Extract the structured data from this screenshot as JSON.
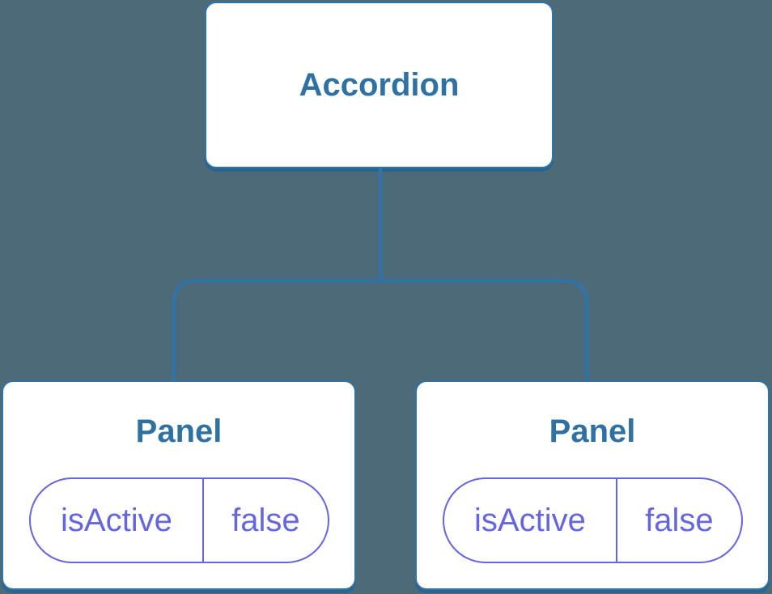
{
  "diagram": {
    "type": "component-tree",
    "root": {
      "label": "Accordion"
    },
    "children": [
      {
        "label": "Panel",
        "state": {
          "key": "isActive",
          "value": "false"
        }
      },
      {
        "label": "Panel",
        "state": {
          "key": "isActive",
          "value": "false"
        }
      }
    ],
    "colors": {
      "background": "#4d6a78",
      "card_white": "#ffffff",
      "node_border_blue": "#2e73aa",
      "node_shadow_blue": "#2a648f",
      "node_text_blue": "#2f71a3",
      "state_purple": "#6566dd"
    }
  }
}
